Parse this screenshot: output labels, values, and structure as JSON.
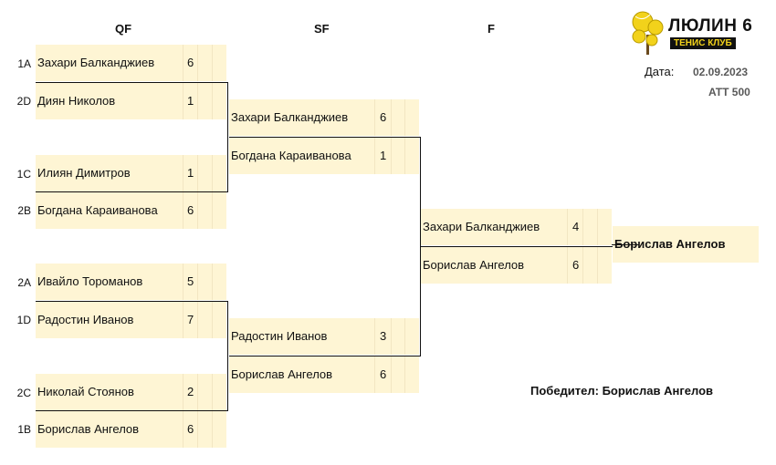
{
  "headers": {
    "qf": "QF",
    "sf": "SF",
    "f": "F"
  },
  "logo": {
    "title": "ЛЮЛИН 6",
    "subtitle": "ТЕНИС КЛУБ"
  },
  "info": {
    "date_label": "Дата:",
    "date_value": "02.09.2023",
    "tournament": "ATT 500"
  },
  "qf": [
    {
      "seed": "1A",
      "name": "Захари Балканджиев",
      "score": "6"
    },
    {
      "seed": "2D",
      "name": "Диян Николов",
      "score": "1"
    },
    {
      "seed": "1C",
      "name": "Илиян Димитров",
      "score": "1"
    },
    {
      "seed": "2B",
      "name": "Богдана Караиванова",
      "score": "6"
    },
    {
      "seed": "2A",
      "name": "Ивайло Тороманов",
      "score": "5"
    },
    {
      "seed": "1D",
      "name": "Радостин Иванов",
      "score": "7"
    },
    {
      "seed": "2C",
      "name": "Николай Стоянов",
      "score": "2"
    },
    {
      "seed": "1B",
      "name": "Борислав Ангелов",
      "score": "6"
    }
  ],
  "sf": [
    {
      "name": "Захари Балканджиев",
      "score": "6"
    },
    {
      "name": "Богдана Караиванова",
      "score": "1"
    },
    {
      "name": "Радостин Иванов",
      "score": "3"
    },
    {
      "name": "Борислав Ангелов",
      "score": "6"
    }
  ],
  "final": [
    {
      "name": "Захари Балканджиев",
      "score": "4"
    },
    {
      "name": "Борислав Ангелов",
      "score": "6"
    }
  ],
  "champion": "Борислав Ангелов",
  "winner_text": "Победител: Борислав Ангелов"
}
